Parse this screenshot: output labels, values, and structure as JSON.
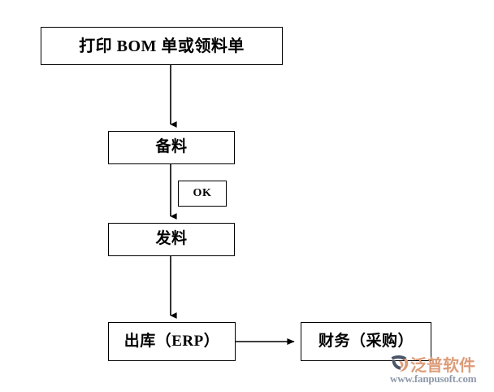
{
  "diagram": {
    "type": "flowchart",
    "orientation": "top-to-bottom",
    "background_color": "#ffffff",
    "line_color": "#000000",
    "nodes": [
      {
        "id": "print-bom",
        "label": "打印 BOM 单或领料单",
        "shape": "rectangle"
      },
      {
        "id": "prepare",
        "label": "备料",
        "shape": "rectangle"
      },
      {
        "id": "ok",
        "label": "OK",
        "shape": "rectangle"
      },
      {
        "id": "issue",
        "label": "发料",
        "shape": "rectangle"
      },
      {
        "id": "outbound",
        "label": "出库（ERP）",
        "shape": "rectangle"
      },
      {
        "id": "finance",
        "label": "财务（采购）",
        "shape": "rectangle"
      }
    ],
    "edges": [
      {
        "from": "print-bom",
        "to": "prepare",
        "direction": "down",
        "label": ""
      },
      {
        "from": "prepare",
        "to": "issue",
        "direction": "down",
        "label": "OK"
      },
      {
        "from": "issue",
        "to": "outbound",
        "direction": "down",
        "label": ""
      },
      {
        "from": "outbound",
        "to": "finance",
        "direction": "right",
        "label": ""
      }
    ]
  },
  "watermark": {
    "brand": "泛普软件",
    "url": "www.fanpusoft.com",
    "logo_icon": "fanpu-swoosh-logo-icon",
    "brand_color": "#dd9c79",
    "url_color": "#8d98aa",
    "logo_dark_color": "#4a5568",
    "logo_accent_color": "#dd9c79"
  }
}
